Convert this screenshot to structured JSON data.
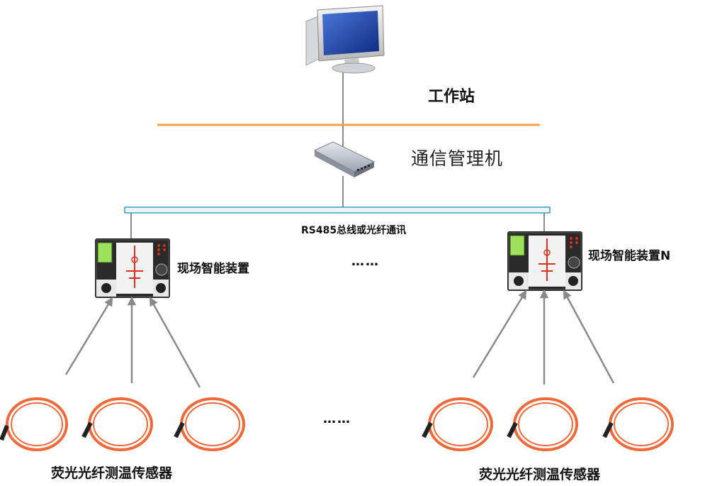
{
  "labels": {
    "workstation": "工作站",
    "comm_manager": "通信管理机",
    "bus": "RS485总线或光纤通讯",
    "device_1": "现场智能装置",
    "device_n": "现场智能装置N",
    "sensors_left": "荧光光纤测温传感器",
    "sensors_right": "荧光光纤测温传感器",
    "ellipsis_devices": "……",
    "ellipsis_sensors": "……"
  },
  "colors": {
    "network_line": "#f0a050",
    "bus_fill": "#eaf6fb",
    "bus_border": "#3aa0c8",
    "arrow": "#8a8a8a",
    "fiber": "#ef6a3a",
    "device_body": "#2a2a2a",
    "device_screen": "#9ce25a"
  },
  "icons": {
    "workstation": "desktop-computer-icon",
    "comm_manager": "network-router-icon",
    "device": "protection-relay-device-icon",
    "sensor": "fiber-optic-coil-icon"
  }
}
